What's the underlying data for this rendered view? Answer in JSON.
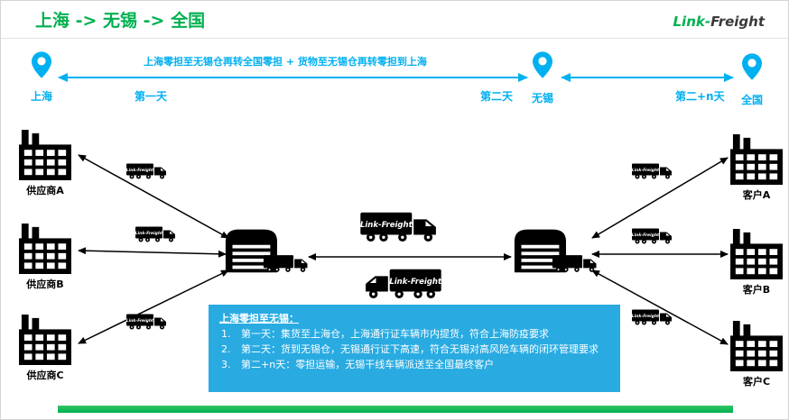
{
  "header": {
    "title": "上海 -> 无锡 -> 全国",
    "logo_prefix": "Link-",
    "logo_suffix": "Freight"
  },
  "timeline": {
    "route_description": "上海零担至无锡仓再转全国零担 + 货物至无锡仓再转零担到上海",
    "pins": [
      {
        "label": "上海"
      },
      {
        "label": "无锡"
      },
      {
        "label": "全国"
      }
    ],
    "day_labels": [
      "第一天",
      "第二天",
      "第二+n天"
    ]
  },
  "suppliers": [
    {
      "label": "供应商A"
    },
    {
      "label": "供应商B"
    },
    {
      "label": "供应商C"
    }
  ],
  "customers": [
    {
      "label": "客户A"
    },
    {
      "label": "客户B"
    },
    {
      "label": "客户C"
    }
  ],
  "truck_label": "Link-Freight",
  "info_box": {
    "title": "上海零担至无锡：",
    "items": [
      {
        "num": "1.",
        "text": "第一天：集货至上海仓，上海通行证车辆市内提货，符合上海防疫要求"
      },
      {
        "num": "2.",
        "text": "第二天：货到无锡仓，无锡通行证下高速，符合无锡对高风险车辆的闭环管理要求"
      },
      {
        "num": "3.",
        "text": "第二+n天：零担运输，无锡干线车辆派送至全国最终客户"
      }
    ]
  },
  "colors": {
    "green": "#00B050",
    "blue": "#00B0F0",
    "box_blue": "#29ABE2",
    "icon_black": "#000000"
  }
}
